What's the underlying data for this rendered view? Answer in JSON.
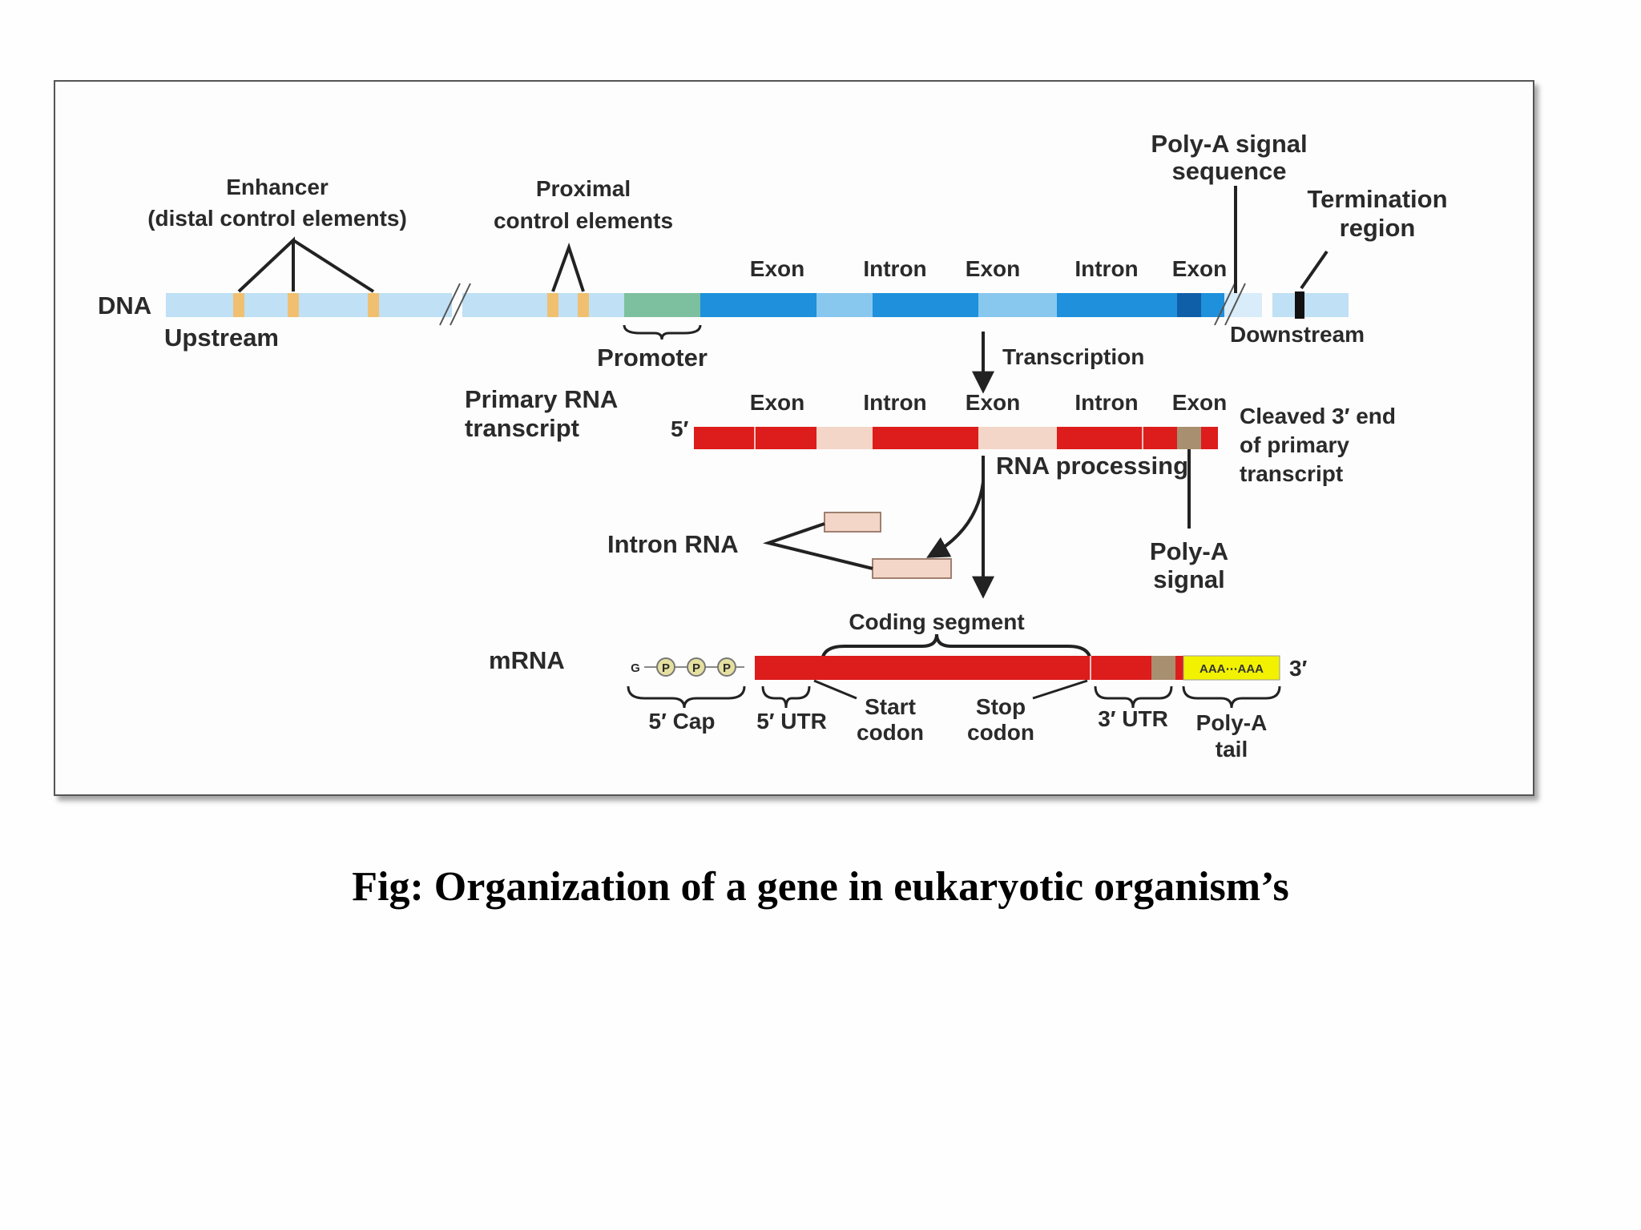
{
  "caption": "Fig: Organization of a gene in eukaryotic organism’s",
  "colors": {
    "dna_flank": "#bfe0f5",
    "dna_gene": "#1e90dc",
    "dna_intron": "#88c8ef",
    "control_element": "#f0c070",
    "promoter": "#7cc0a0",
    "exon_rna": "#dd1c1c",
    "intron_rna": "#f3d6c8",
    "polya_signal": "#a88f70",
    "polya_tail": "#f2f200"
  },
  "dna": {
    "label": "DNA",
    "upstream": "Upstream",
    "downstream": "Downstream",
    "enhancer": [
      "Enhancer",
      "(distal control elements)"
    ],
    "proximal": [
      "Proximal",
      "control elements"
    ],
    "promoter": "Promoter",
    "polya_signal_sequence": [
      "Poly-A signal",
      "sequence"
    ],
    "termination": [
      "Termination",
      "region"
    ],
    "segments": [
      "Exon",
      "Intron",
      "Exon",
      "Intron",
      "Exon"
    ]
  },
  "transcription": "Transcription",
  "primary": {
    "label": [
      "Primary RNA",
      "transcript"
    ],
    "five_prime": "5′",
    "segments": [
      "Exon",
      "Intron",
      "Exon",
      "Intron",
      "Exon"
    ],
    "cleaved": [
      "Cleaved 3′ end",
      "of primary",
      "transcript"
    ]
  },
  "rna_processing": "RNA processing",
  "intron_rna": "Intron RNA",
  "polya_signal": [
    "Poly-A",
    "signal"
  ],
  "mrna": {
    "label": "mRNA",
    "coding_segment": "Coding segment",
    "cap_g": "G",
    "cap_p": [
      "P",
      "P",
      "P"
    ],
    "five_cap": "5′ Cap",
    "five_utr": "5′ UTR",
    "start_codon": [
      "Start",
      "codon"
    ],
    "stop_codon": [
      "Stop",
      "codon"
    ],
    "three_utr": "3′ UTR",
    "polya_tail": [
      "Poly-A",
      "tail"
    ],
    "tail_text": "AAA⋯AAA",
    "three_prime": "3′"
  }
}
